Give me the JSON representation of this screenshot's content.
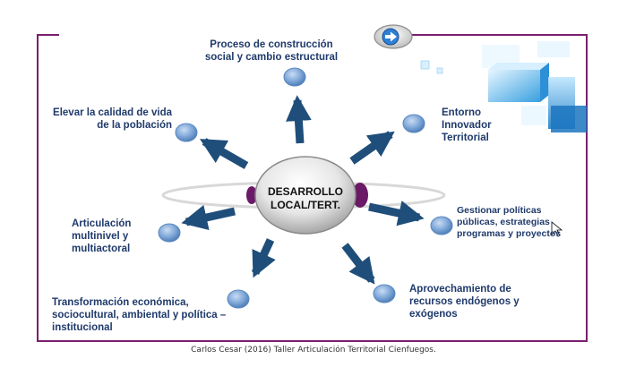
{
  "center": {
    "line1": "DESARROLLO",
    "line2": "LOCAL/TERT."
  },
  "nodes": [
    {
      "id": "top",
      "lines": [
        "Proceso de construcción",
        "social y cambio estructural"
      ]
    },
    {
      "id": "upper-left",
      "lines": [
        "Elevar la calidad de vida",
        "de la población"
      ]
    },
    {
      "id": "upper-right",
      "lines": [
        "Entorno",
        "Innovador",
        "Territorial"
      ]
    },
    {
      "id": "left",
      "lines": [
        "Articulación",
        "multinivel y",
        "multiactoral"
      ]
    },
    {
      "id": "right",
      "lines": [
        "Gestionar políticas",
        "públicas, estrategias",
        "programas y proyectos"
      ]
    },
    {
      "id": "lower-left",
      "lines": [
        "Transformación económica,",
        "sociocultural, ambiental y política –",
        "institucional"
      ]
    },
    {
      "id": "lower-right",
      "lines": [
        "Aprovechamiento de",
        "recursos endógenos y",
        "exógenos"
      ]
    }
  ],
  "footer": "Carlos Cesar (2016) Taller Articulación Territorial Cienfuegos.",
  "colors": {
    "frame": "#7b1f6e",
    "arrow": "#1f4e7a",
    "text": "#1f3a6b",
    "bubble": "#7ea7d8"
  },
  "icons": {
    "next": "arrow-right-icon"
  }
}
